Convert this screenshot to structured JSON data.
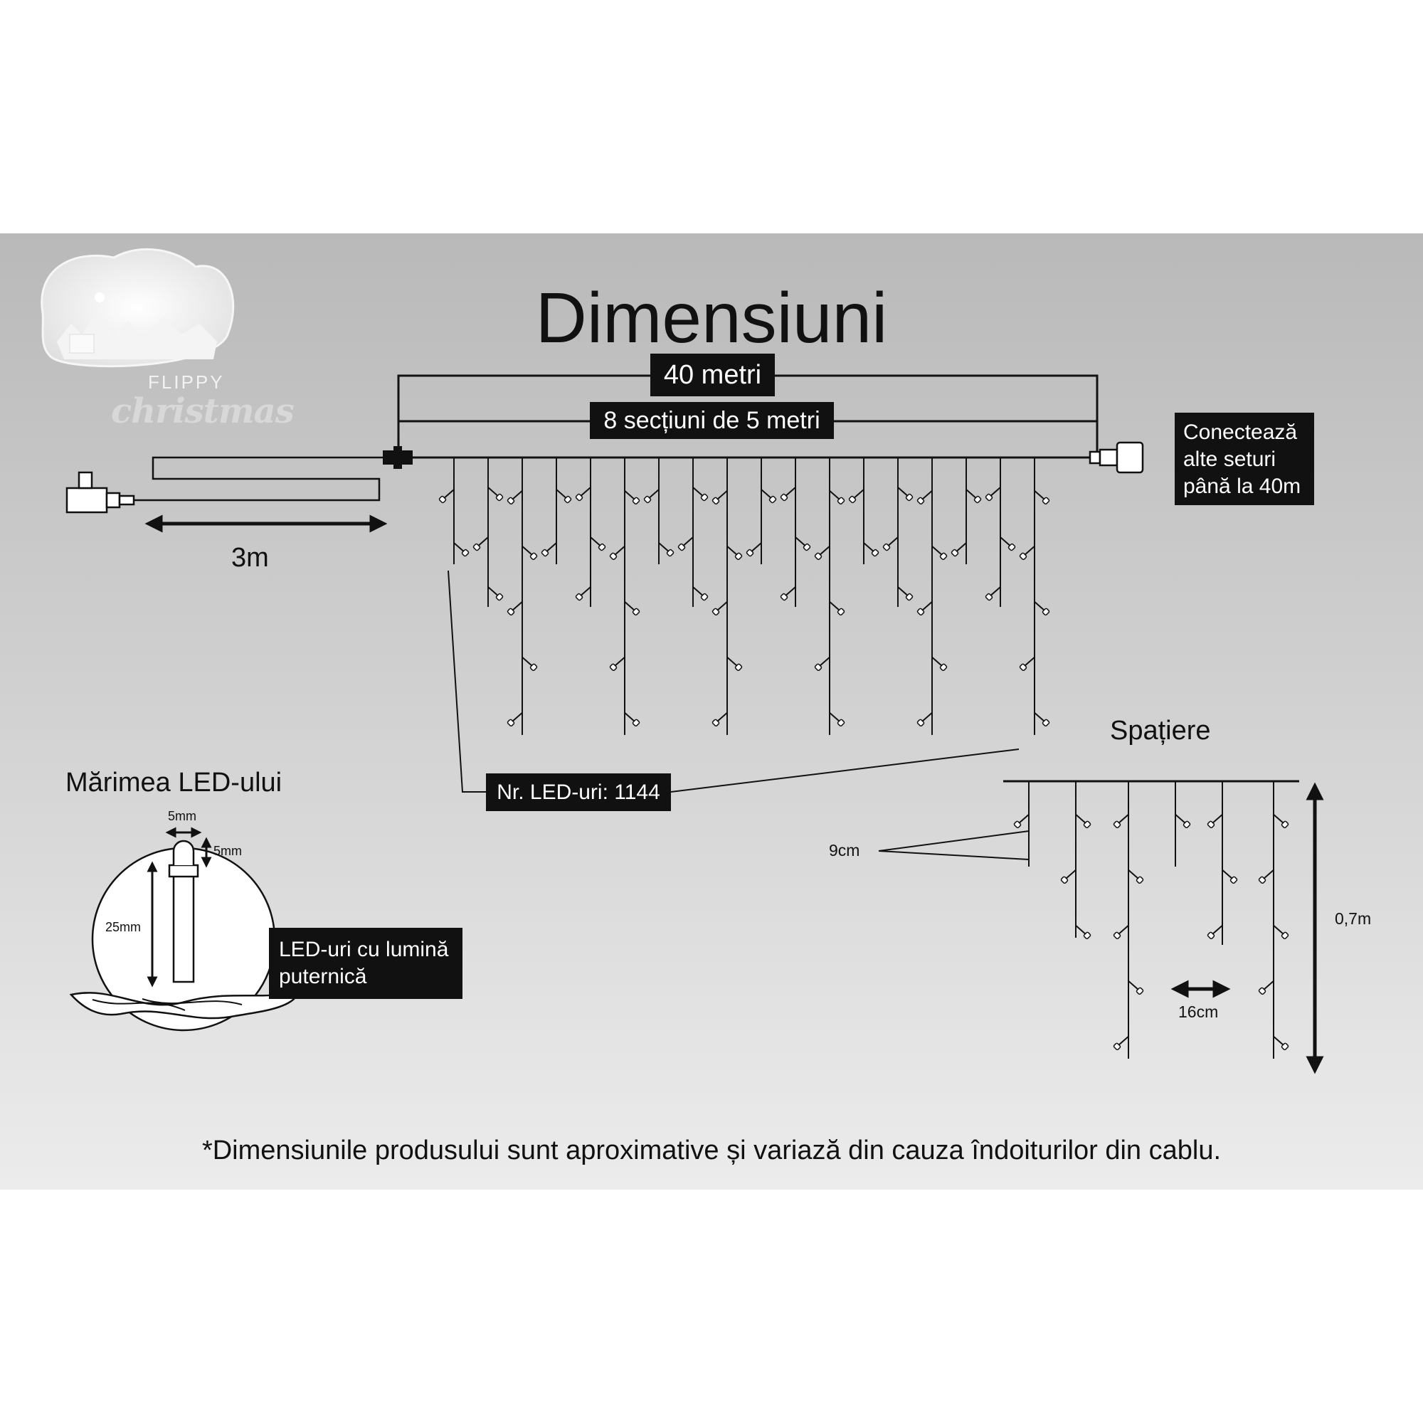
{
  "title": "Dimensiuni",
  "logo": {
    "wordmark": "FLIPPY",
    "script": "christmas"
  },
  "length_total": "40 metri",
  "sections": "8 secțiuni de 5 metri",
  "lead_cable": "3m",
  "connect_note": "Conectează alte seturi până la 40m",
  "led_count": "Nr. LED-uri: 1144",
  "spacing": {
    "title": "Spațiere",
    "vertical_gap": "9cm",
    "horizontal_gap": "16cm",
    "drop_length": "0,7m"
  },
  "led_size": {
    "title": "Mărimea LED-ului",
    "width": "5mm",
    "cap_height": "5mm",
    "height": "25mm",
    "note": "LED-uri cu lumină puternică"
  },
  "footnote": "*Dimensiunile produsului sunt aproximative și variază din cauza îndoiturilor din cablu.",
  "colors": {
    "background_top": "#b9b9b9",
    "background_bottom": "#ececec",
    "ink": "#111111",
    "label_box": "#111111",
    "label_text": "#ffffff"
  }
}
